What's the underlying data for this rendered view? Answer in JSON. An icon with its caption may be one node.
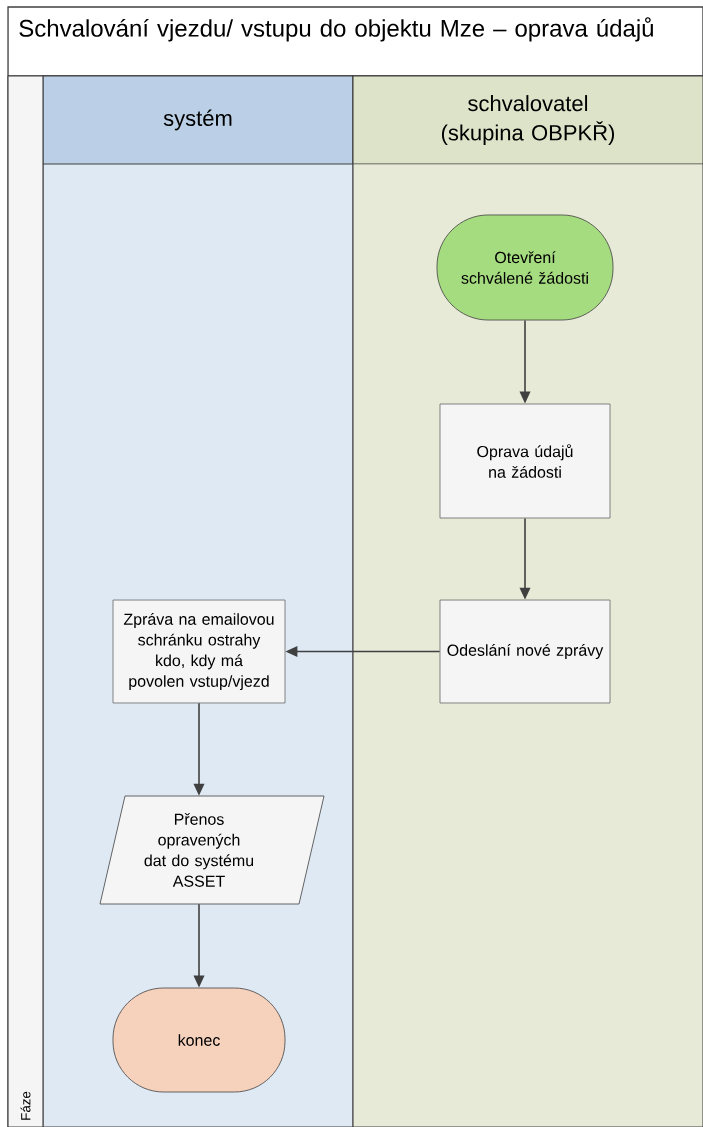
{
  "diagram": {
    "nodes": [
      {
        "text": [
          "Schvalování vjezdu/ vstupu do objektu Mze – oprava údajů"
        ]
      },
      {
        "text": [
          "systém"
        ],
        "in": 0
      },
      {
        "text": [
          "schvalovatel (skupina OBPKŘ)"
        ],
        "in": 0
      },
      {
        "text": [
          "Fáze"
        ],
        "in": 0
      },
      {
        "text": [
          "Otevření schválené žádosti"
        ],
        "in": 2
      },
      {
        "text": [
          "Oprava údajů na žádosti"
        ],
        "in": 2
      },
      {
        "text": [
          "Odeslání nové zprávy"
        ],
        "in": 2
      },
      {
        "text": [
          "Zpráva na emailovou schránku ostrahy kdo, kdy má povolen vstup/vjezd"
        ],
        "in": 1
      },
      {
        "text": [
          "Přenos opravených dat do systému ASSET"
        ],
        "in": 1
      },
      {
        "text": [
          "konec"
        ],
        "in": 1
      }
    ],
    "edges": [
      {
        "from": 4,
        "to": 5,
        "arrow": "to"
      },
      {
        "from": 5,
        "to": 6,
        "arrow": "to"
      },
      {
        "from": 6,
        "to": 7,
        "arrow": "to"
      },
      {
        "from": 7,
        "to": 8,
        "arrow": "to"
      },
      {
        "from": 8,
        "to": 9,
        "arrow": "to"
      }
    ]
  }
}
